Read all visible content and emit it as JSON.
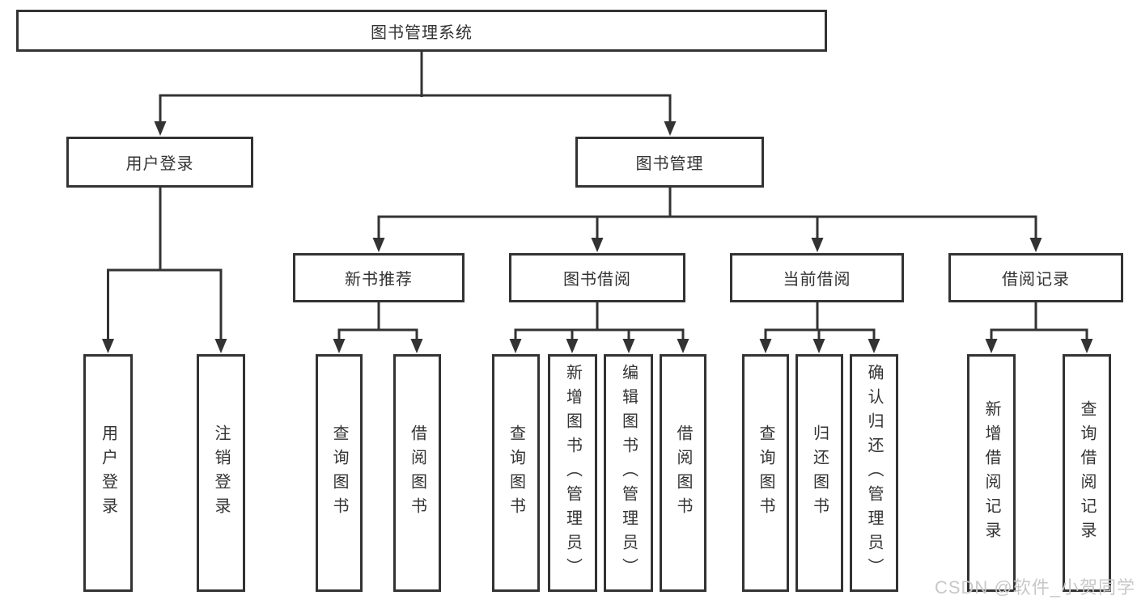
{
  "diagram": {
    "root": {
      "label": "图书管理系统"
    },
    "branches": [
      {
        "label": "用户登录",
        "children": [
          {
            "label": "用户登录"
          },
          {
            "label": "注销登录"
          }
        ]
      },
      {
        "label": "图书管理",
        "children": [
          {
            "label": "新书推荐",
            "children": [
              {
                "label": "查询图书"
              },
              {
                "label": "借阅图书"
              }
            ]
          },
          {
            "label": "图书借阅",
            "children": [
              {
                "label": "查询图书"
              },
              {
                "label": "新增图书（管理员）"
              },
              {
                "label": "编辑图书（管理员）"
              },
              {
                "label": "借阅图书"
              }
            ]
          },
          {
            "label": "当前借阅",
            "children": [
              {
                "label": "查询图书"
              },
              {
                "label": "归还图书"
              },
              {
                "label": "确认归还（管理员）"
              }
            ]
          },
          {
            "label": "借阅记录",
            "children": [
              {
                "label": "新增借阅记录"
              },
              {
                "label": "查询借阅记录"
              }
            ]
          }
        ]
      }
    ]
  },
  "watermark": {
    "text": "CSDN @软件_小贺同学"
  },
  "colors": {
    "line": "#333333",
    "text": "#333333",
    "watermark": "#c8c8c8",
    "background": "#ffffff"
  }
}
